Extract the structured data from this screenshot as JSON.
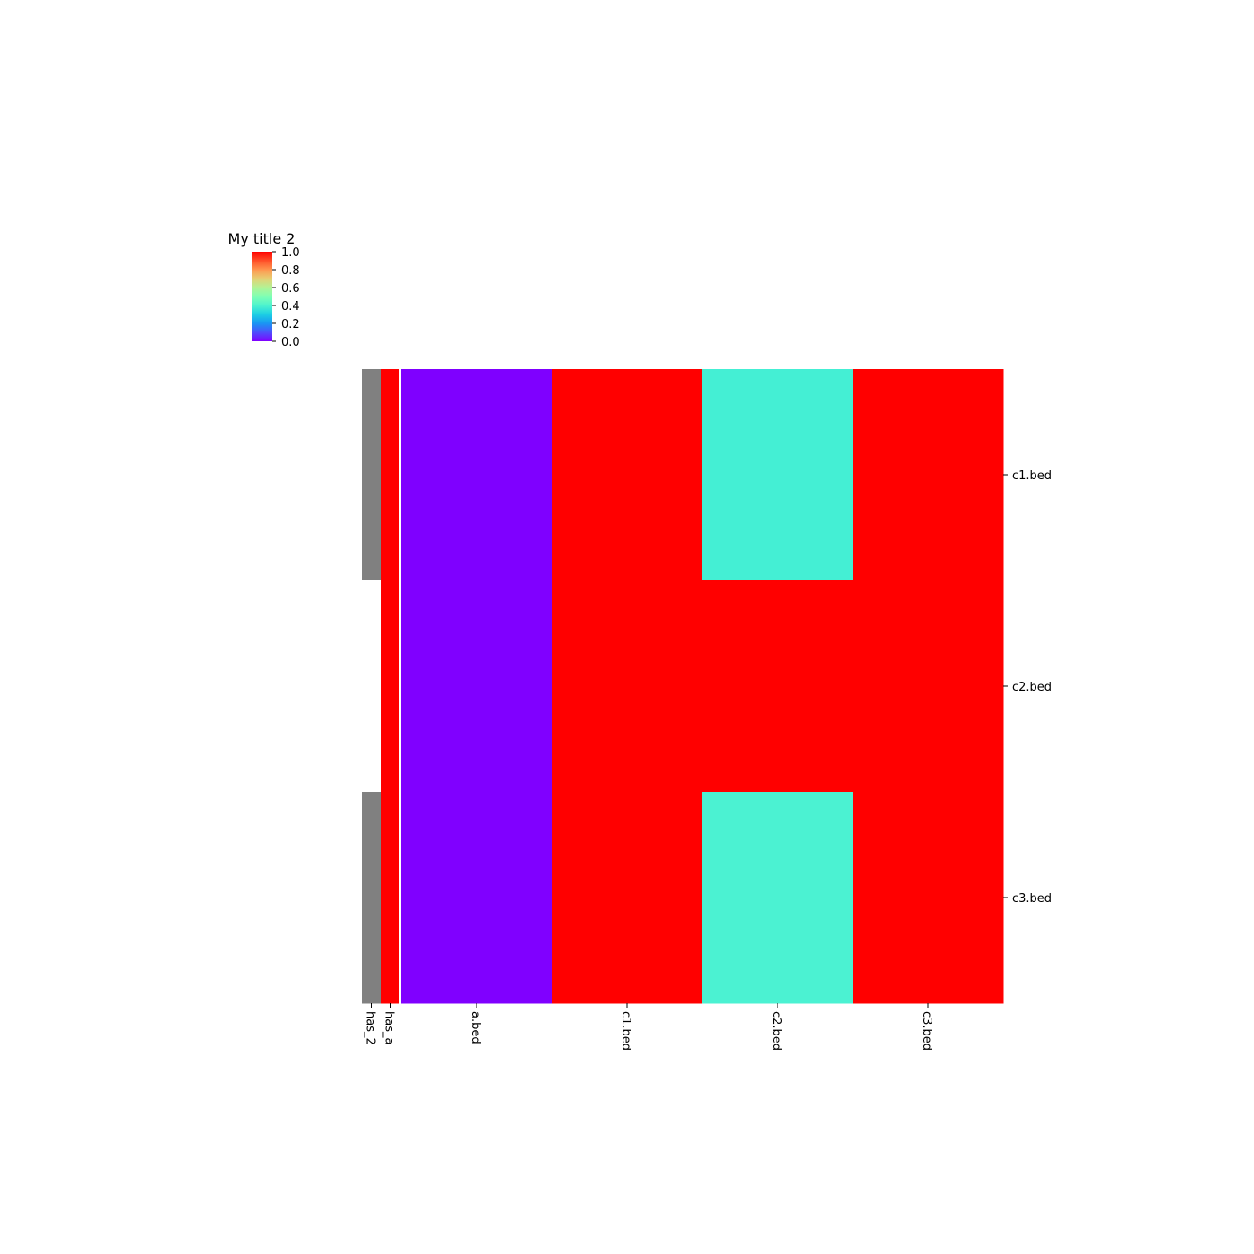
{
  "chart_data": {
    "type": "heatmap",
    "colormap": "rainbow",
    "colorbar": {
      "title": "My title 2",
      "vmin": 0.0,
      "vmax": 1.0,
      "ticks": [
        "0.0",
        "0.2",
        "0.4",
        "0.6",
        "0.8",
        "1.0"
      ]
    },
    "annotation_columns": [
      {
        "label": "has_2",
        "values": [
          1,
          0,
          1
        ],
        "colors": [
          "#808080",
          "#ffffff",
          "#808080"
        ]
      },
      {
        "label": "has_a",
        "values": [
          1,
          1,
          1
        ],
        "colors": [
          "#ff0000",
          "#ff0000",
          "#ff0000"
        ]
      }
    ],
    "columns": [
      "a.bed",
      "c1.bed",
      "c2.bed",
      "c3.bed"
    ],
    "rows": [
      "c1.bed",
      "c2.bed",
      "c3.bed"
    ],
    "values": [
      [
        0.0,
        1.0,
        0.33,
        1.0
      ],
      [
        0.02,
        1.0,
        1.0,
        1.0
      ],
      [
        0.02,
        1.0,
        0.35,
        1.0
      ]
    ],
    "cell_colors": [
      [
        "#7f00ff",
        "#ff0000",
        "#44efd4",
        "#ff0000"
      ],
      [
        "#8000ff",
        "#ff0000",
        "#ff0000",
        "#ff0000"
      ],
      [
        "#8000ff",
        "#ff0000",
        "#4bf2d2",
        "#ff0000"
      ]
    ]
  }
}
